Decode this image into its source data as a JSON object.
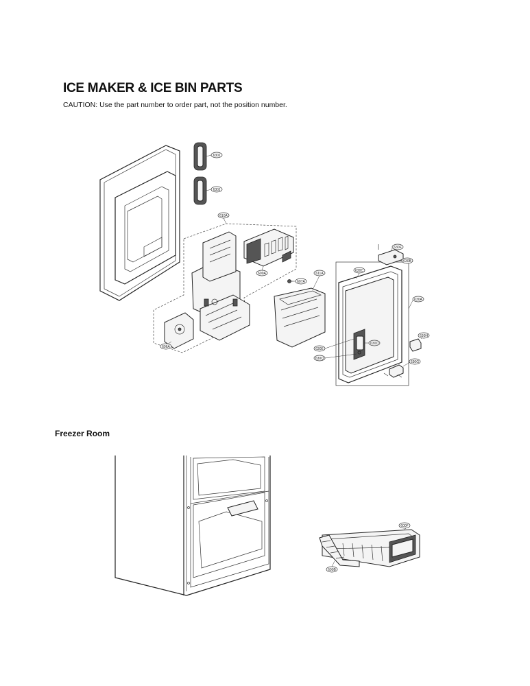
{
  "header": {
    "title": "ICE MAKER & ICE BIN PARTS",
    "caution": "CAUTION: Use the part number to order part, not the position number."
  },
  "section": {
    "title": "Freezer Room"
  },
  "callouts": {
    "c630J_top": "630J",
    "c630J_bottom": "630J",
    "c610A": "610A",
    "c630F": "630F",
    "c630B": "630B",
    "c600A": "600A",
    "c607A": "607A",
    "c611A": "611A",
    "c630C": "630C",
    "c630A": "630A",
    "c630H": "630H",
    "c606A": "606A",
    "c630E": "630E",
    "c630D": "630D",
    "c630Q": "630Q",
    "c630G": "630G",
    "c600F": "600F",
    "c600B": "600B"
  }
}
